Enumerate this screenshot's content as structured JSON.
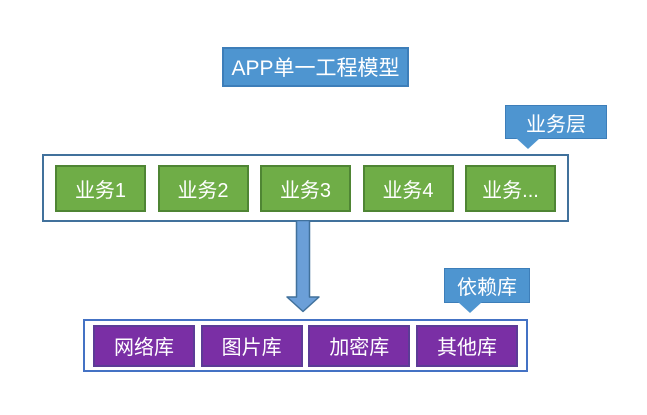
{
  "diagram": {
    "title": "APP单一工程模型"
  },
  "business_layer": {
    "callout_label": "业务层",
    "items": [
      "业务1",
      "业务2",
      "业务3",
      "业务4",
      "业务..."
    ]
  },
  "dependency_layer": {
    "callout_label": "依赖库",
    "items": [
      "网络库",
      "图片库",
      "加密库",
      "其他库"
    ]
  },
  "colors": {
    "background": "#FFFFFF",
    "callout_blue": "#4E95D0",
    "callout_border": "#3D7EB9",
    "green_fill": "#6FAD47",
    "green_border": "#4F8534",
    "purple_fill": "#7A2FA5",
    "purple_border": "#5C3C96",
    "container_border": "#41719C",
    "dep_container_border": "#4472C4",
    "arrow_fill": "#6B9FD8",
    "arrow_border": "#41719C",
    "text_color": "#FFFFFF"
  }
}
